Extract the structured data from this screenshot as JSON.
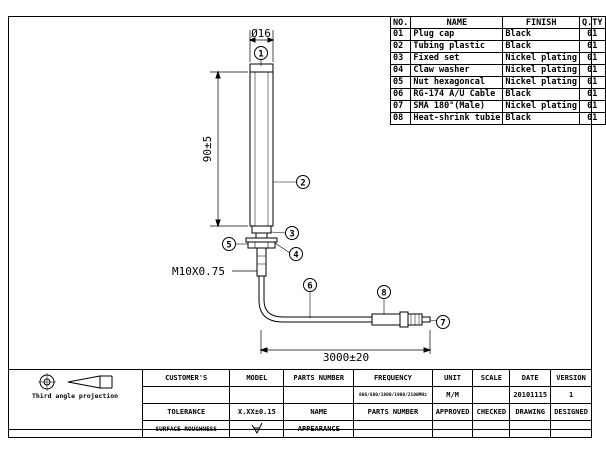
{
  "parts_table": {
    "headers": [
      "NO.",
      "NAME",
      "FINISH",
      "Q.TY"
    ],
    "rows": [
      {
        "no": "01",
        "name": "Plug cap",
        "finish": "Black",
        "qty": "01"
      },
      {
        "no": "02",
        "name": "Tubing plastic",
        "finish": "Black",
        "qty": "01"
      },
      {
        "no": "03",
        "name": "Fixed set",
        "finish": "Nickel plating",
        "qty": "01"
      },
      {
        "no": "04",
        "name": "Claw washer",
        "finish": "Nickel plating",
        "qty": "01"
      },
      {
        "no": "05",
        "name": "Nut hexagoncal",
        "finish": "Nickel plating",
        "qty": "01"
      },
      {
        "no": "06",
        "name": "RG-174 A/U Cable",
        "finish": "Black",
        "qty": "01"
      },
      {
        "no": "07",
        "name": "SMA 180°(Male)",
        "finish": "Nickel plating",
        "qty": "01"
      },
      {
        "no": "08",
        "name": "Heat-shrink tubie",
        "finish": "Black",
        "qty": "01"
      }
    ]
  },
  "drawing": {
    "diameter_label": "Ø16",
    "height_label": "90±5",
    "thread_label": "M10X0.75",
    "cable_length_label": "3000±20",
    "balloons": [
      "1",
      "2",
      "3",
      "4",
      "5",
      "6",
      "7",
      "8"
    ]
  },
  "title_block": {
    "projection_label": "Third angle projection",
    "row1": [
      "CUSTOMER'S",
      "MODEL",
      "PARTS NUMBER",
      "FREQUENCY",
      "UNIT",
      "SCALE",
      "DATE",
      "VERSION"
    ],
    "row2": [
      "",
      "",
      "",
      "806/880/1800/1900/2100MHz",
      "M/M",
      "",
      "20101115",
      "1"
    ],
    "row3": [
      "TOLERANCE",
      "X.XX±0.15",
      "NAME",
      "PARTS NUMBER",
      "APPROVED",
      "CHECKED",
      "DRAWING",
      "DESIGNED"
    ],
    "row4": [
      "SURFACE ROUGHNESS",
      "",
      "APPEARANCE",
      "",
      "",
      "",
      "",
      ""
    ]
  }
}
